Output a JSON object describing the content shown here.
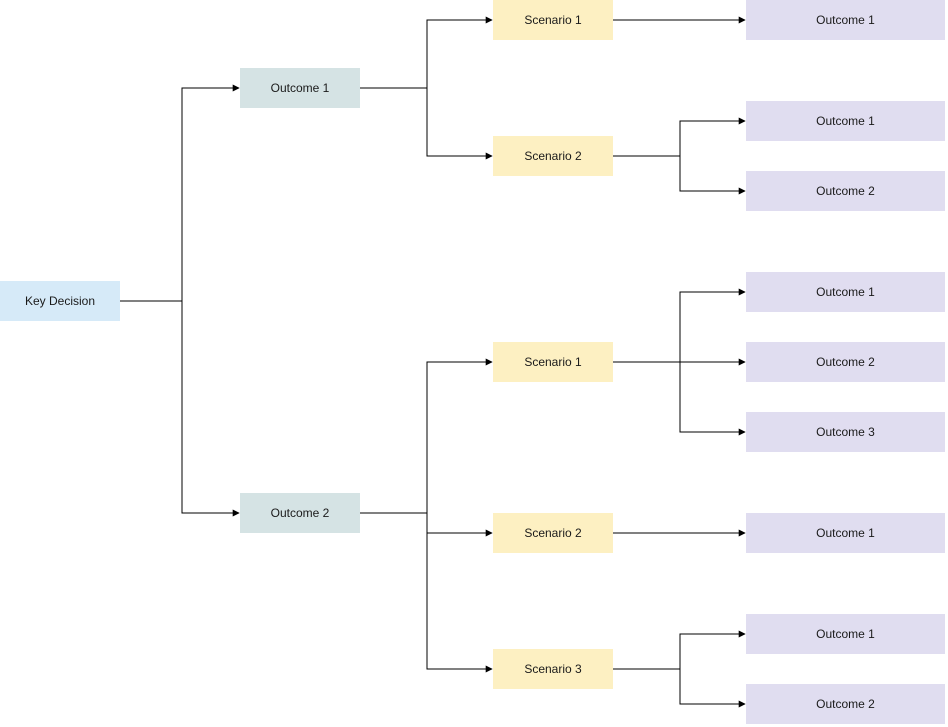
{
  "diagram": {
    "colors": {
      "decision": "#d6eaf8",
      "outcome": "#d5e3e4",
      "scenario": "#fdf0c2",
      "result": "#e0ddf0",
      "line": "#000000"
    },
    "root": {
      "label": "Key Decision",
      "outcomes": [
        {
          "label": "Outcome 1",
          "scenarios": [
            {
              "label": "Scenario 1",
              "results": [
                "Outcome 1"
              ]
            },
            {
              "label": "Scenario 2",
              "results": [
                "Outcome 1",
                "Outcome 2"
              ]
            }
          ]
        },
        {
          "label": "Outcome 2",
          "scenarios": [
            {
              "label": "Scenario 1",
              "results": [
                "Outcome 1",
                "Outcome 2",
                "Outcome 3"
              ]
            },
            {
              "label": "Scenario 2",
              "results": [
                "Outcome 1"
              ]
            },
            {
              "label": "Scenario 3",
              "results": [
                "Outcome 1",
                "Outcome 2"
              ]
            }
          ]
        }
      ]
    }
  }
}
